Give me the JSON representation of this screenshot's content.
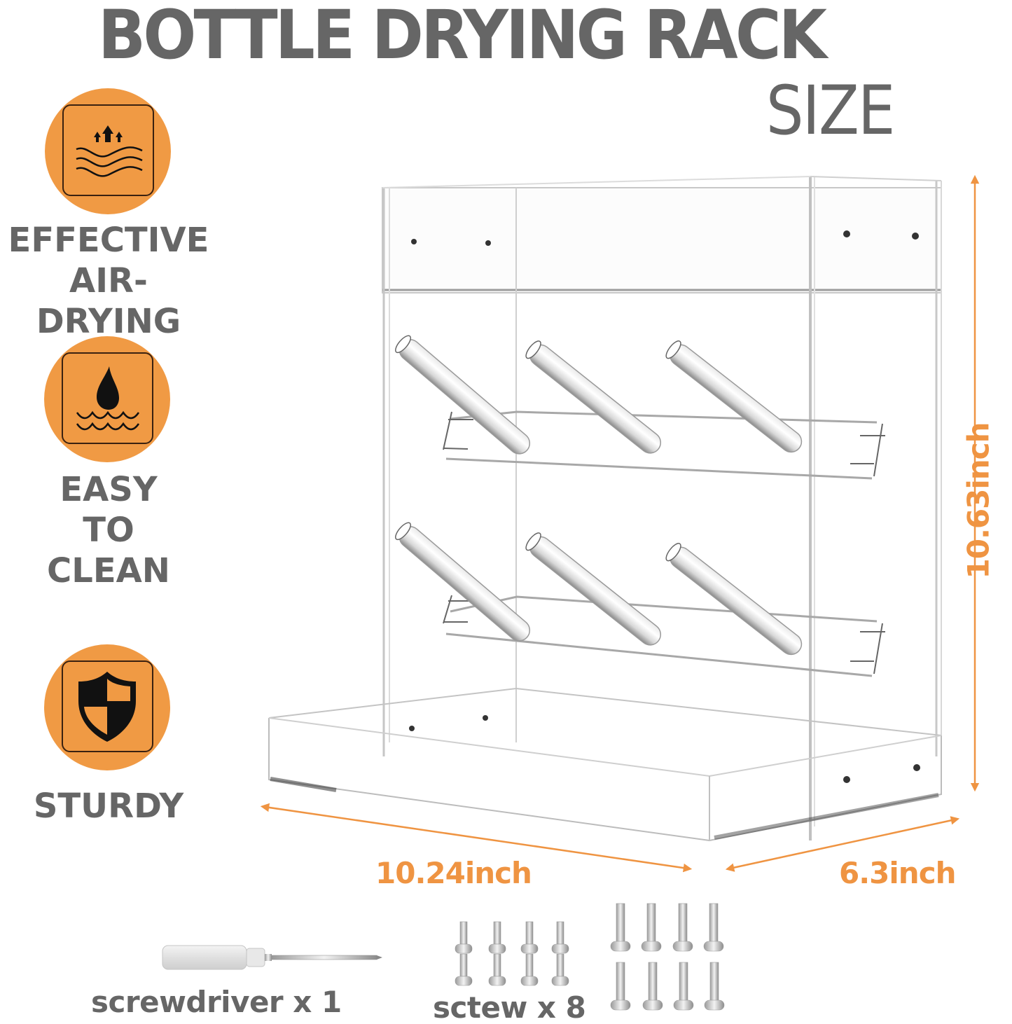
{
  "header": {
    "title": "BOTTLE DRYING RACK",
    "subtitle": "SIZE"
  },
  "features": [
    {
      "icon": "air-drying-icon",
      "label_lines": [
        "EFFECTIVE",
        "AIR-DRYING"
      ]
    },
    {
      "icon": "water-drop-icon",
      "label_lines": [
        "EASY",
        "TO",
        "CLEAN"
      ]
    },
    {
      "icon": "shield-icon",
      "label_lines": [
        "STURDY"
      ]
    }
  ],
  "dimensions": {
    "height": "10.63inch",
    "width": "10.24inch",
    "depth": "6.3inch"
  },
  "accessories": {
    "screwdriver_label": "screwdriver x 1",
    "screw_label": "sctew x 8"
  },
  "colors": {
    "accent": "#f09a44",
    "dimension_text": "#ef9442",
    "heading_text": "#666666",
    "icon_border": "#3a2110"
  }
}
